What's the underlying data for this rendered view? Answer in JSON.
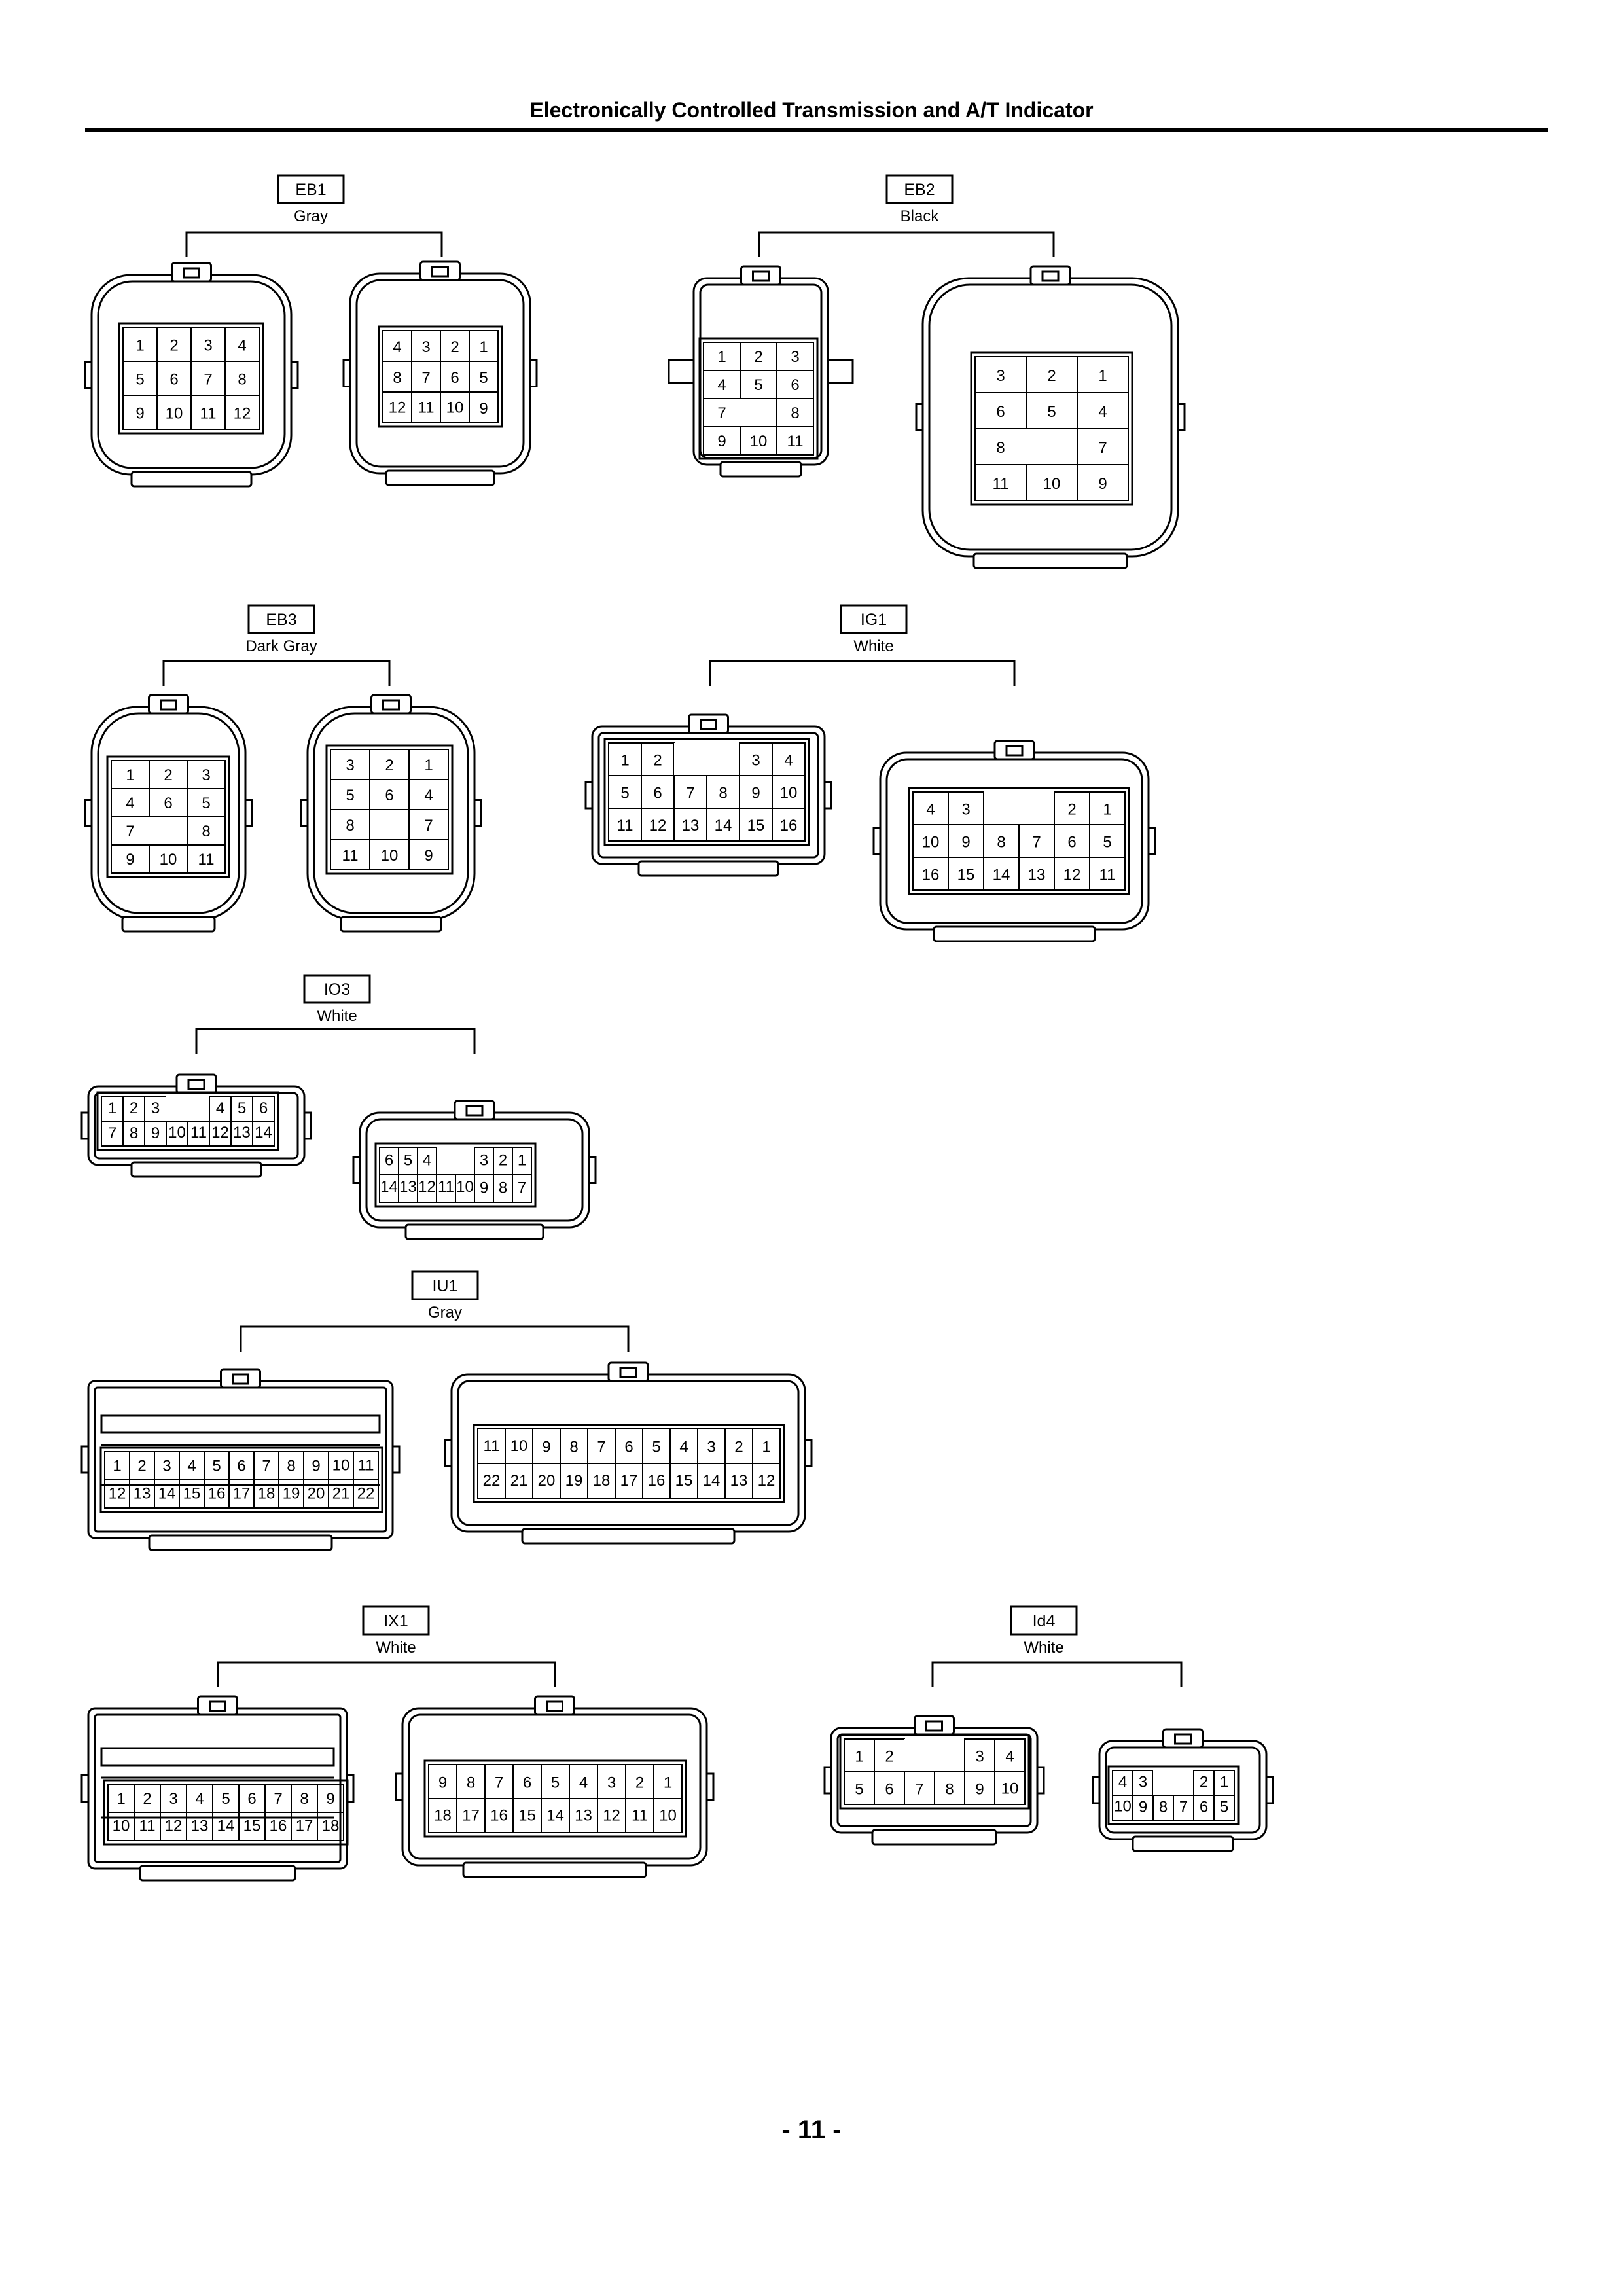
{
  "page": {
    "title": "Electronically Controlled Transmission and A/T Indicator",
    "page_number": "- 11 -"
  },
  "connectors": [
    {
      "id": "EB1",
      "color": "Gray",
      "parts": [
        {
          "cells": [
            [
              "1",
              "2",
              "3",
              "4"
            ],
            [
              "5",
              "6",
              "7",
              "8"
            ],
            [
              "9",
              "10",
              "11",
              "12"
            ]
          ]
        },
        {
          "cells": [
            [
              "4",
              "3",
              "2",
              "1"
            ],
            [
              "8",
              "7",
              "6",
              "5"
            ],
            [
              "12",
              "11",
              "10",
              "9"
            ]
          ]
        }
      ]
    },
    {
      "id": "EB2",
      "color": "Black",
      "parts": [
        {
          "cells": [
            [
              "1",
              "2",
              "3"
            ],
            [
              "4",
              "5",
              "6"
            ],
            [
              "7",
              "",
              "8"
            ],
            [
              "9",
              "10",
              "11"
            ]
          ]
        },
        {
          "cells": [
            [
              "3",
              "2",
              "1"
            ],
            [
              "6",
              "5",
              "4"
            ],
            [
              "8",
              "",
              "7"
            ],
            [
              "11",
              "10",
              "9"
            ]
          ]
        }
      ]
    },
    {
      "id": "EB3",
      "color": "Dark Gray",
      "parts": [
        {
          "cells": [
            [
              "1",
              "2",
              "3"
            ],
            [
              "4",
              "6",
              "5"
            ],
            [
              "7",
              "",
              "8"
            ],
            [
              "9",
              "10",
              "11"
            ]
          ]
        },
        {
          "cells": [
            [
              "3",
              "2",
              "1"
            ],
            [
              "5",
              "6",
              "4"
            ],
            [
              "8",
              "",
              "7"
            ],
            [
              "11",
              "10",
              "9"
            ]
          ]
        }
      ]
    },
    {
      "id": "IG1",
      "color": "White",
      "parts": [
        {
          "cells": [
            [
              "1",
              "2",
              "",
              "",
              "3",
              "4"
            ],
            [
              "5",
              "6",
              "7",
              "8",
              "9",
              "10"
            ],
            [
              "11",
              "12",
              "13",
              "14",
              "15",
              "16"
            ]
          ]
        },
        {
          "cells": [
            [
              "4",
              "3",
              "",
              "",
              "2",
              "1"
            ],
            [
              "10",
              "9",
              "8",
              "7",
              "6",
              "5"
            ],
            [
              "16",
              "15",
              "14",
              "13",
              "12",
              "11"
            ]
          ]
        }
      ]
    },
    {
      "id": "IO3",
      "color": "White",
      "parts": [
        {
          "cells": [
            [
              "1",
              "2",
              "3",
              "",
              "",
              "4",
              "5",
              "6"
            ],
            [
              "7",
              "8",
              "9",
              "10",
              "11",
              "12",
              "13",
              "14"
            ]
          ]
        },
        {
          "cells": [
            [
              "6",
              "5",
              "4",
              "",
              "",
              "3",
              "2",
              "1"
            ],
            [
              "14",
              "13",
              "12",
              "11",
              "10",
              "9",
              "8",
              "7"
            ]
          ]
        }
      ]
    },
    {
      "id": "IU1",
      "color": "Gray",
      "parts": [
        {
          "cells": [
            [
              "1",
              "2",
              "3",
              "4",
              "5",
              "6",
              "7",
              "8",
              "9",
              "10",
              "11"
            ],
            [
              "12",
              "13",
              "14",
              "15",
              "16",
              "17",
              "18",
              "19",
              "20",
              "21",
              "22"
            ]
          ]
        },
        {
          "cells": [
            [
              "11",
              "10",
              "9",
              "8",
              "7",
              "6",
              "5",
              "4",
              "3",
              "2",
              "1"
            ],
            [
              "22",
              "21",
              "20",
              "19",
              "18",
              "17",
              "16",
              "15",
              "14",
              "13",
              "12"
            ]
          ]
        }
      ]
    },
    {
      "id": "IX1",
      "color": "White",
      "parts": [
        {
          "cells": [
            [
              "1",
              "2",
              "3",
              "4",
              "5",
              "6",
              "7",
              "8",
              "9"
            ],
            [
              "10",
              "11",
              "12",
              "13",
              "14",
              "15",
              "16",
              "17",
              "18"
            ]
          ]
        },
        {
          "cells": [
            [
              "9",
              "8",
              "7",
              "6",
              "5",
              "4",
              "3",
              "2",
              "1"
            ],
            [
              "18",
              "17",
              "16",
              "15",
              "14",
              "13",
              "12",
              "11",
              "10"
            ]
          ]
        }
      ]
    },
    {
      "id": "Id4",
      "color": "White",
      "parts": [
        {
          "cells": [
            [
              "1",
              "2",
              "",
              "",
              "3",
              "4"
            ],
            [
              "5",
              "6",
              "7",
              "8",
              "9",
              "10"
            ]
          ]
        },
        {
          "cells": [
            [
              "4",
              "3",
              "",
              "",
              "2",
              "1"
            ],
            [
              "10",
              "9",
              "8",
              "7",
              "6",
              "5"
            ]
          ]
        }
      ]
    }
  ]
}
